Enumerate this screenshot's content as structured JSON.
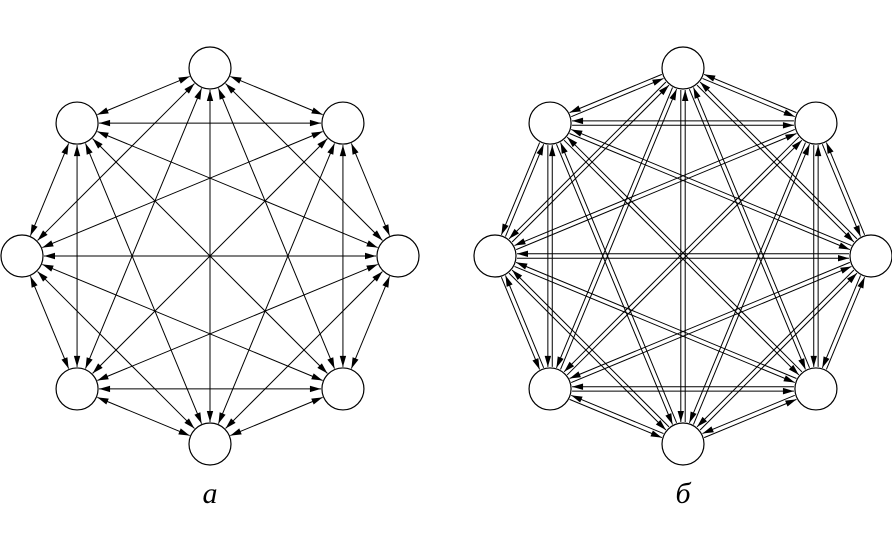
{
  "figure": {
    "colors": {
      "stroke": "#000000",
      "node_fill": "#ffffff",
      "background": "#ffffff"
    },
    "graphs": [
      {
        "caption": "а",
        "nodes": 8,
        "connectivity": "complete",
        "edge_style": "single-bidirectional"
      },
      {
        "caption": "б",
        "nodes": 8,
        "connectivity": "complete",
        "edge_style": "double-directed-pair"
      }
    ]
  }
}
